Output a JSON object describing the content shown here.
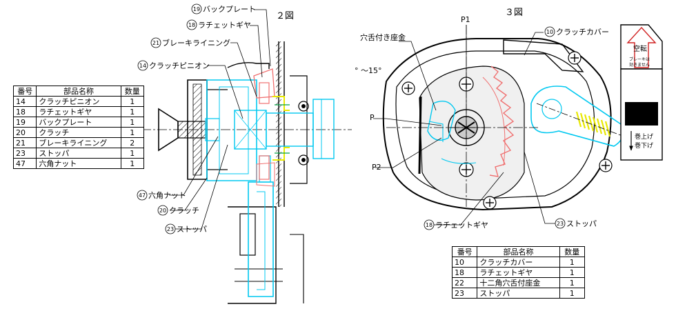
{
  "figure_titles": {
    "fig2": "２図",
    "fig3": "３図"
  },
  "callouts_left": {
    "back_plate": "バックプレート",
    "ratchet_gear": "ラチェットギヤ",
    "brake_lining": "ブレーキライニング",
    "clutch_pinion": "クラッチピニオン",
    "hex_nut": "六角ナット",
    "clutch": "クラッチ",
    "stopper": "ストッパ"
  },
  "callout_numbers_left": {
    "back_plate": "19",
    "ratchet_gear": "18",
    "brake_lining": "21",
    "clutch_pinion": "14",
    "hex_nut": "47",
    "clutch": "20",
    "stopper": "23"
  },
  "callouts_right": {
    "washer": "穴舌付き座金",
    "p1": "P1",
    "p": "P",
    "p2": "P2",
    "angle": "° ～15°",
    "clutch_cover": "クラッチカバー",
    "ratchet_gear": "ラチェットギヤ",
    "stopper": "ストッパ"
  },
  "callout_numbers_right": {
    "clutch_cover": "10",
    "ratchet_gear": "18",
    "stopper": "23"
  },
  "label_plate": {
    "top": "空転",
    "small1": "ブレーキは",
    "small2": "効きません",
    "up": "巻上げ",
    "down": "巻下げ"
  },
  "table_left": {
    "headers": [
      "番号",
      "部品名称",
      "数量"
    ],
    "rows": [
      [
        "14",
        "クラッチピニオン",
        "1"
      ],
      [
        "18",
        "ラチェットギヤ",
        "1"
      ],
      [
        "19",
        "バックプレート",
        "1"
      ],
      [
        "20",
        "クラッチ",
        "1"
      ],
      [
        "21",
        "ブレーキライニング",
        "2"
      ],
      [
        "23",
        "ストッパ",
        "1"
      ],
      [
        "47",
        "六角ナット",
        "1"
      ]
    ]
  },
  "table_right": {
    "headers": [
      "番号",
      "部品名称",
      "数量"
    ],
    "rows": [
      [
        "10",
        "クラッチカバー",
        "1"
      ],
      [
        "18",
        "ラチェットギヤ",
        "1"
      ],
      [
        "22",
        "十二角穴舌付座金",
        "1"
      ],
      [
        "23",
        "ストッパ",
        "1"
      ]
    ]
  },
  "colors": {
    "cyan": "#00c8f0",
    "red": "#f07070",
    "yellow": "#e8e800",
    "green": "#00a040",
    "sign_red": "#d02020"
  }
}
